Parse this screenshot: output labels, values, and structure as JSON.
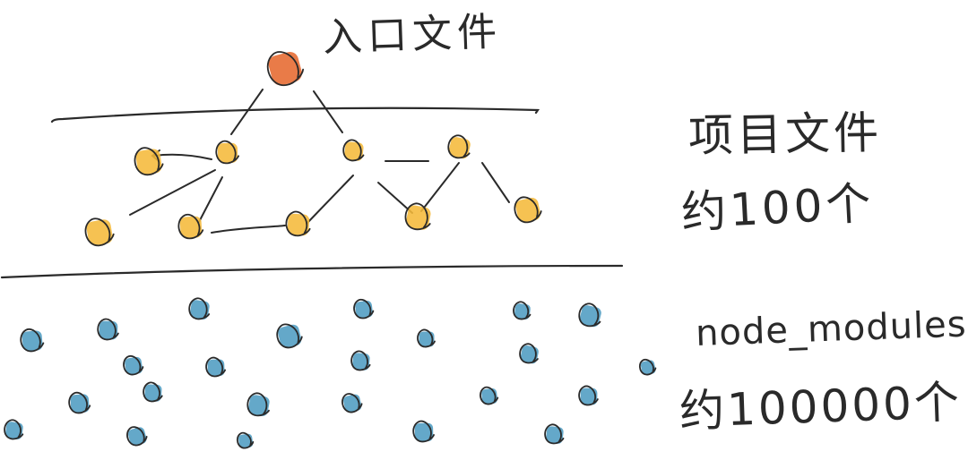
{
  "labels": {
    "entry_file": "入口文件",
    "project_files": "项目文件",
    "project_count": "约100个",
    "node_modules_files": "node_modules文件",
    "node_modules_count": "约100000个"
  },
  "colors": {
    "entry_node": "#e8743e",
    "project_node": "#f5b93a",
    "dependency_node": "#4f9cc2",
    "ink": "#2a2a2a"
  }
}
